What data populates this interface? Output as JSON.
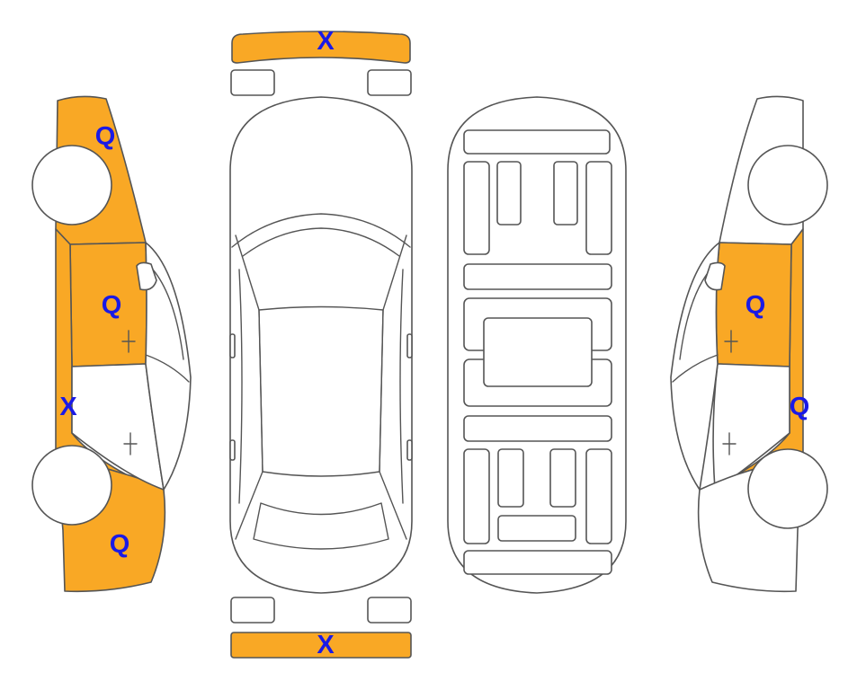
{
  "colors": {
    "damaged_fill": "#F9A825",
    "outline": "#555555",
    "marker_text": "#1A1AE6",
    "background": "#FFFFFF"
  },
  "views": [
    "left-side",
    "top",
    "underbody",
    "right-side"
  ],
  "markers": {
    "front_bumper": "X",
    "rear_bumper": "X",
    "left_front_fender": "Q",
    "left_front_door": "Q",
    "left_rocker": "X",
    "left_rear_quarter": "Q",
    "right_front_door": "Q",
    "right_rocker": "Q"
  }
}
